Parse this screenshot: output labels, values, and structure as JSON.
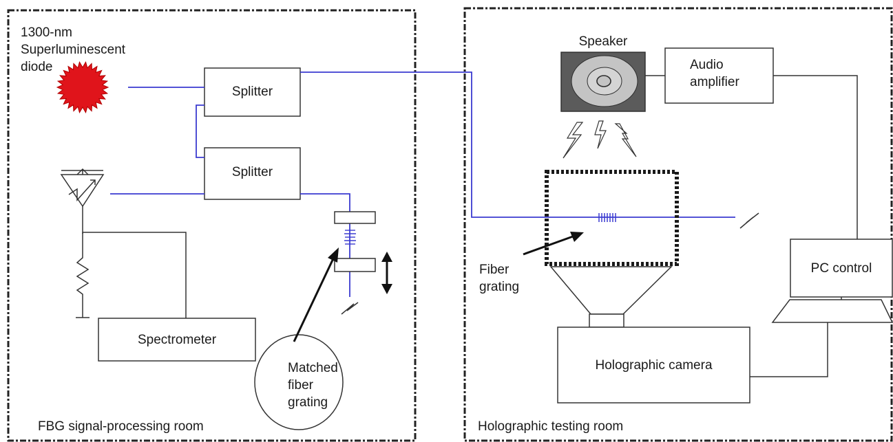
{
  "rooms": {
    "left": {
      "name": "FBG signal-processing room"
    },
    "right": {
      "name": "Holographic testing room"
    }
  },
  "components": {
    "source": "1300-nm\nSuperluminescent\ndiode",
    "splitter_top": "Splitter",
    "splitter_bottom": "Splitter",
    "spectrometer": "Spectrometer",
    "matched_grating": "Matched\nfiber\ngrating",
    "speaker": "Speaker",
    "audio_amplifier": "Audio\namplifier",
    "fiber_grating": "Fiber\ngrating",
    "pc_control": "PC control",
    "holographic_camera": "Holographic camera"
  },
  "colors": {
    "fiber": "#3a3ad0",
    "line": "#333333",
    "source_fill": "#e0141b",
    "speaker_fill": "#5b5b5b"
  }
}
